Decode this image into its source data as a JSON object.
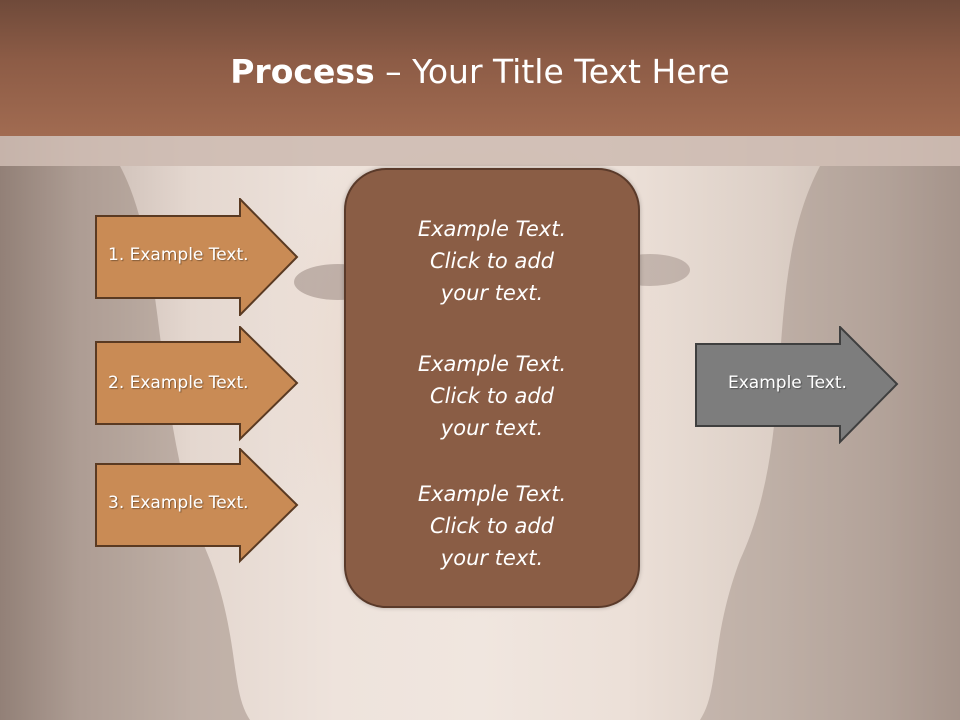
{
  "title": {
    "bold": "Process",
    "rest": " – Your Title Text Here"
  },
  "steps": [
    {
      "label": "1. Example Text."
    },
    {
      "label": "2. Example Text."
    },
    {
      "label": "3. Example Text."
    }
  ],
  "center_box": {
    "paragraphs": [
      {
        "lines": [
          "Example Text.",
          "Click  to add",
          "your text."
        ]
      },
      {
        "lines": [
          "Example Text.",
          "Click  to add",
          "your text."
        ]
      },
      {
        "lines": [
          "Example Text.",
          "Click  to add",
          "your text."
        ]
      }
    ]
  },
  "output": {
    "label": "Example Text."
  },
  "colors": {
    "title_bar": "#8d5c46",
    "step_arrow_fill": "#c98b55",
    "center_box_fill": "#8a5d45",
    "output_arrow_fill": "#7d7d7d"
  }
}
